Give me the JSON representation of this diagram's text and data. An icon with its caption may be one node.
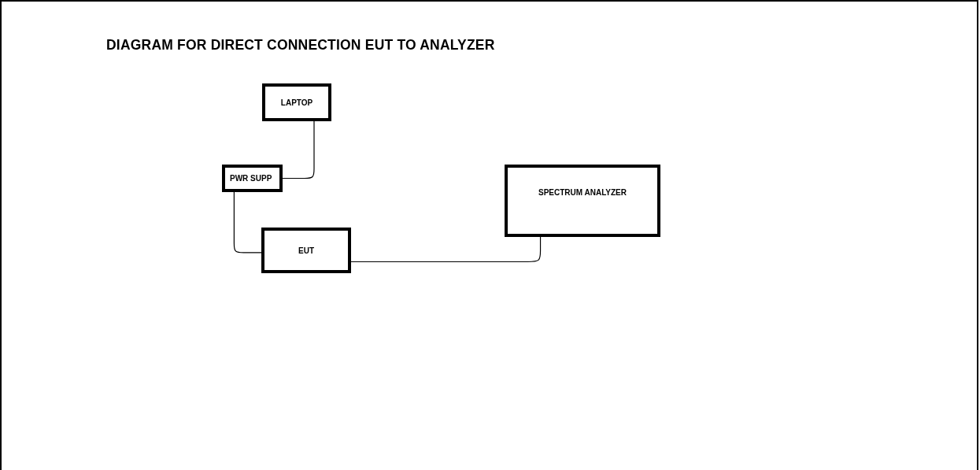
{
  "diagram": {
    "title": "DIAGRAM FOR DIRECT CONNECTION EUT TO ANALYZER",
    "nodes": [
      {
        "text": [
          "LAPTOP"
        ]
      },
      {
        "text": [
          "PWR SUPP"
        ]
      },
      {
        "text": [
          "EUT"
        ]
      },
      {
        "text": [
          "SPECTRUM ANALYZER"
        ]
      }
    ],
    "edges": [
      {
        "from": 0,
        "to": 1,
        "arrow": "none"
      },
      {
        "from": 1,
        "to": 2,
        "arrow": "none"
      },
      {
        "from": 2,
        "to": 3,
        "arrow": "none"
      }
    ]
  }
}
